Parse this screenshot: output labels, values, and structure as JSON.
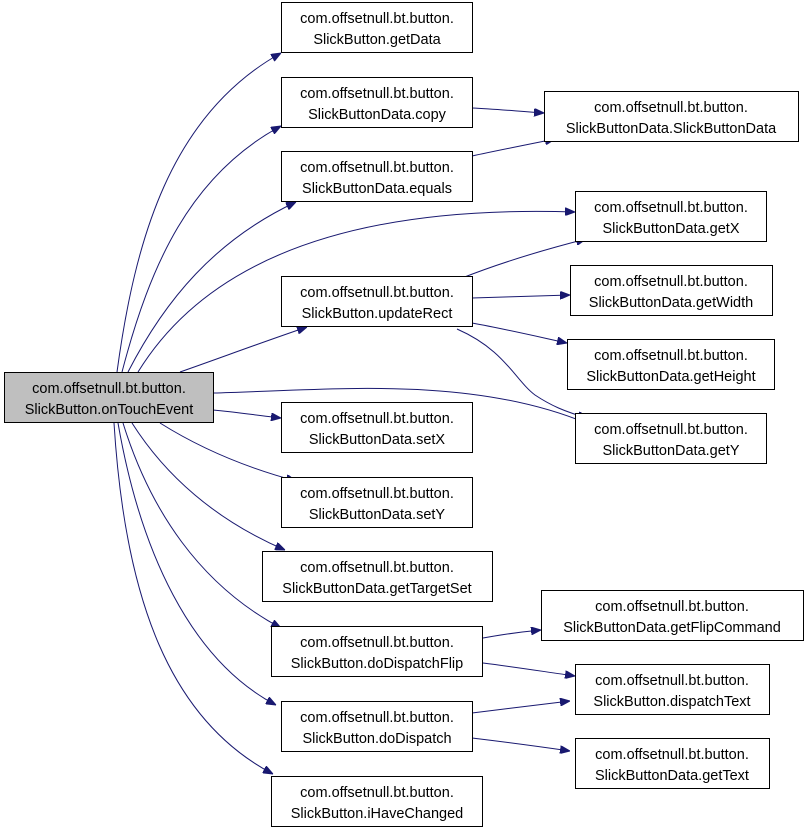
{
  "colors": {
    "edge": "#191970",
    "root_fill": "#bfbfbf",
    "node_fill": "#ffffff",
    "border": "#000000"
  },
  "nodes": {
    "onTouchEvent": {
      "line1": "com.offsetnull.bt.button.",
      "line2": "SlickButton.onTouchEvent"
    },
    "getData": {
      "line1": "com.offsetnull.bt.button.",
      "line2": "SlickButton.getData"
    },
    "copy": {
      "line1": "com.offsetnull.bt.button.",
      "line2": "SlickButtonData.copy"
    },
    "ctor": {
      "line1": "com.offsetnull.bt.button.",
      "line2": "SlickButtonData.SlickButtonData"
    },
    "equals": {
      "line1": "com.offsetnull.bt.button.",
      "line2": "SlickButtonData.equals"
    },
    "getX": {
      "line1": "com.offsetnull.bt.button.",
      "line2": "SlickButtonData.getX"
    },
    "updateRect": {
      "line1": "com.offsetnull.bt.button.",
      "line2": "SlickButton.updateRect"
    },
    "getWidth": {
      "line1": "com.offsetnull.bt.button.",
      "line2": "SlickButtonData.getWidth"
    },
    "getHeight": {
      "line1": "com.offsetnull.bt.button.",
      "line2": "SlickButtonData.getHeight"
    },
    "setX": {
      "line1": "com.offsetnull.bt.button.",
      "line2": "SlickButtonData.setX"
    },
    "getY": {
      "line1": "com.offsetnull.bt.button.",
      "line2": "SlickButtonData.getY"
    },
    "setY": {
      "line1": "com.offsetnull.bt.button.",
      "line2": "SlickButtonData.setY"
    },
    "getTargetSet": {
      "line1": "com.offsetnull.bt.button.",
      "line2": "SlickButtonData.getTargetSet"
    },
    "getFlipCommand": {
      "line1": "com.offsetnull.bt.button.",
      "line2": "SlickButtonData.getFlipCommand"
    },
    "doDispatchFlip": {
      "line1": "com.offsetnull.bt.button.",
      "line2": "SlickButton.doDispatchFlip"
    },
    "dispatchText": {
      "line1": "com.offsetnull.bt.button.",
      "line2": "SlickButton.dispatchText"
    },
    "doDispatch": {
      "line1": "com.offsetnull.bt.button.",
      "line2": "SlickButton.doDispatch"
    },
    "getText": {
      "line1": "com.offsetnull.bt.button.",
      "line2": "SlickButtonData.getText"
    },
    "iHaveChanged": {
      "line1": "com.offsetnull.bt.button.",
      "line2": "SlickButton.iHaveChanged"
    }
  },
  "edges": [
    {
      "from": "onTouchEvent",
      "to": "getData"
    },
    {
      "from": "onTouchEvent",
      "to": "copy"
    },
    {
      "from": "onTouchEvent",
      "to": "equals"
    },
    {
      "from": "onTouchEvent",
      "to": "getX"
    },
    {
      "from": "onTouchEvent",
      "to": "updateRect"
    },
    {
      "from": "onTouchEvent",
      "to": "getY"
    },
    {
      "from": "onTouchEvent",
      "to": "setX"
    },
    {
      "from": "onTouchEvent",
      "to": "setY"
    },
    {
      "from": "onTouchEvent",
      "to": "getTargetSet"
    },
    {
      "from": "onTouchEvent",
      "to": "doDispatchFlip"
    },
    {
      "from": "onTouchEvent",
      "to": "doDispatch"
    },
    {
      "from": "onTouchEvent",
      "to": "iHaveChanged"
    },
    {
      "from": "copy",
      "to": "ctor"
    },
    {
      "from": "equals",
      "to": "ctor"
    },
    {
      "from": "updateRect",
      "to": "getX"
    },
    {
      "from": "updateRect",
      "to": "getWidth"
    },
    {
      "from": "updateRect",
      "to": "getHeight"
    },
    {
      "from": "updateRect",
      "to": "getY"
    },
    {
      "from": "doDispatchFlip",
      "to": "getFlipCommand"
    },
    {
      "from": "doDispatchFlip",
      "to": "dispatchText"
    },
    {
      "from": "doDispatch",
      "to": "dispatchText"
    },
    {
      "from": "doDispatch",
      "to": "getText"
    }
  ]
}
